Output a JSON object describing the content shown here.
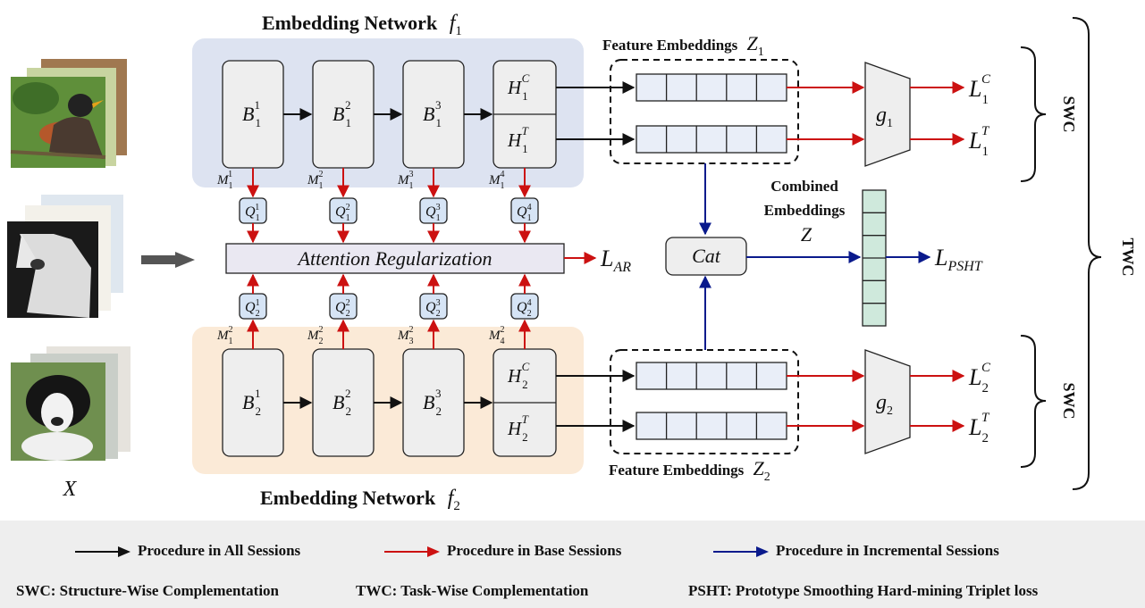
{
  "networks": {
    "top_title": "Embedding Network",
    "top_fn": "f",
    "top_sub": "1",
    "bottom_title": "Embedding Network",
    "bottom_fn": "f",
    "bottom_sub": "2"
  },
  "blocks": {
    "base": "B",
    "head": "H",
    "head_c": "C",
    "head_t": "T",
    "mask": "M",
    "query": "Q"
  },
  "regularizer": {
    "label": "Attention Regularization",
    "loss": "L",
    "loss_sub": "AR"
  },
  "features": {
    "top_title": "Feature Embeddings",
    "top_z": "Z",
    "top_sub": "1",
    "bottom_title": "Feature Embeddings",
    "bottom_z": "Z",
    "bottom_sub": "2"
  },
  "classifiers": {
    "top": "g",
    "top_sub": "1",
    "bottom": "g",
    "bottom_sub": "2",
    "loss": "L"
  },
  "combined": {
    "title_line1": "Combined",
    "title_line2": "Embeddings",
    "z": "Z",
    "cat": "Cat",
    "loss": "L",
    "loss_sub": "PSHT"
  },
  "input": {
    "label": "X"
  },
  "braces": {
    "swc": "SWC",
    "twc": "TWC"
  },
  "legend": {
    "items": [
      {
        "label": "Procedure in All Sessions",
        "color": "#111111"
      },
      {
        "label": "Procedure in Base Sessions",
        "color": "#cc1111"
      },
      {
        "label": "Procedure in Incremental Sessions",
        "color": "#0a1a8c"
      }
    ],
    "abbreviations": [
      "SWC: Structure-Wise Complementation",
      "TWC: Task-Wise Complementation",
      "PSHT: Prototype Smoothing Hard-mining Triplet loss"
    ]
  },
  "colors": {
    "net_top_bg": "#dde3f1",
    "net_bottom_bg": "#fbead7",
    "block_fill": "#eeeeee",
    "query_fill": "#d6e4f5",
    "reg_fill": "#eae8f2",
    "cell_fill": "#e9eef8",
    "combined_fill": "#cfe9dc",
    "red": "#cc1111",
    "blue": "#0a1a8c",
    "black": "#111111"
  }
}
